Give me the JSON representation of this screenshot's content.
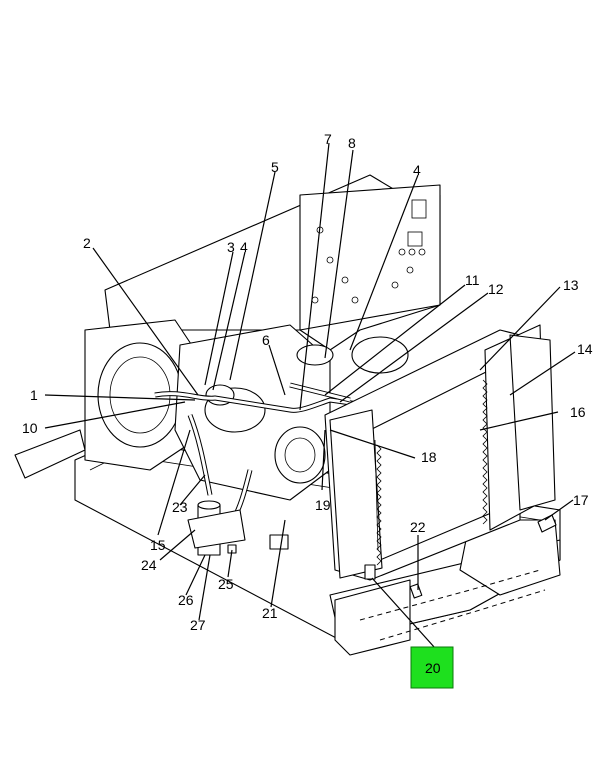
{
  "callouts": {
    "c1": "1",
    "c2": "2",
    "c3": "3",
    "c4a": "4",
    "c4b": "4",
    "c5": "5",
    "c6": "6",
    "c7": "7",
    "c8": "8",
    "c10": "10",
    "c11": "11",
    "c12": "12",
    "c13": "13",
    "c14": "14",
    "c15": "15",
    "c16": "16",
    "c17": "17",
    "c18": "18",
    "c19": "19",
    "c20": "20",
    "c21": "21",
    "c22": "22",
    "c23": "23",
    "c24": "24",
    "c25": "25",
    "c26": "26",
    "c27": "27"
  },
  "highlight": {
    "callout": "20",
    "color": "#1ee01e"
  }
}
